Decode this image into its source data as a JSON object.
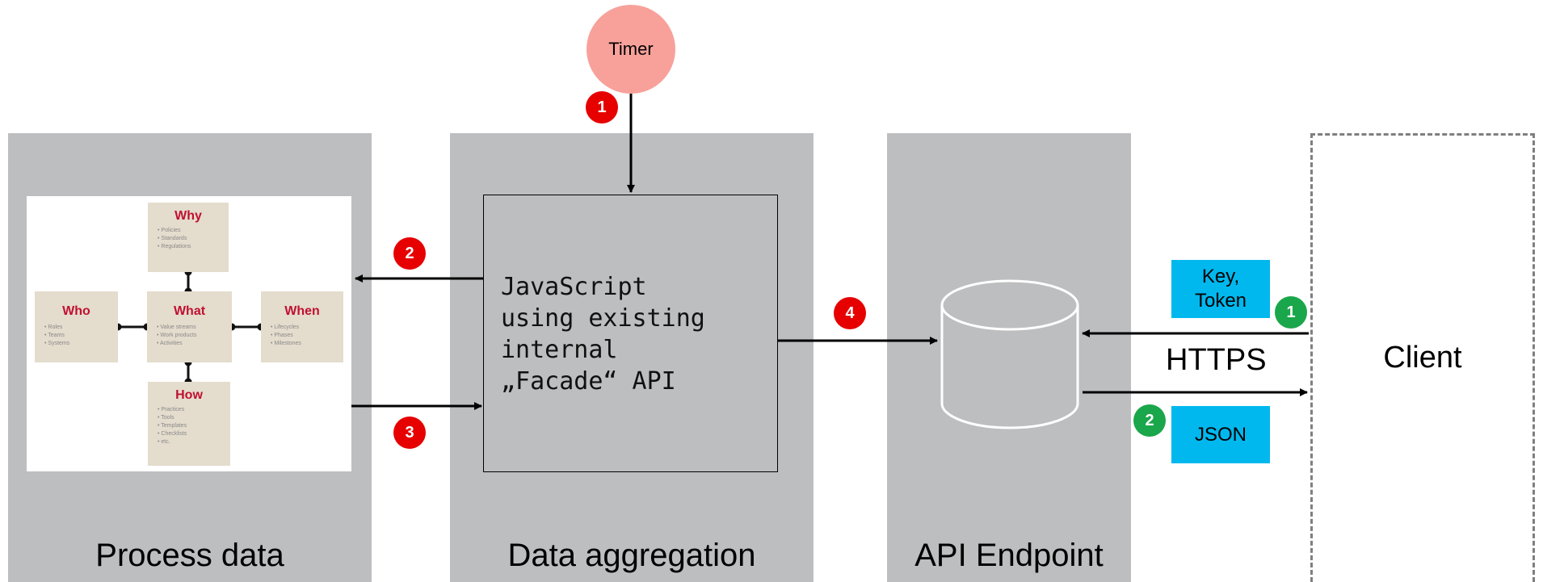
{
  "timer": {
    "label": "Timer"
  },
  "panels": {
    "process_data": {
      "title": "Process data"
    },
    "data_aggregation": {
      "title": "Data aggregation"
    },
    "api_endpoint": {
      "title": "API Endpoint"
    }
  },
  "client": {
    "label": "Client"
  },
  "js_box": {
    "lines": [
      "JavaScript",
      "using existing",
      "internal",
      "„Facade“ API"
    ]
  },
  "steps_red": [
    "1",
    "2",
    "3",
    "4"
  ],
  "steps_green": [
    "1",
    "2"
  ],
  "connection": {
    "protocol": "HTTPS",
    "request_payload": {
      "line1": "Key,",
      "line2": "Token"
    },
    "response_payload": "JSON"
  },
  "process_image": {
    "cards": {
      "why": {
        "title": "Why",
        "items": [
          "Policies",
          "Standards",
          "Regulations"
        ]
      },
      "who": {
        "title": "Who",
        "items": [
          "Roles",
          "Teams",
          "Systems"
        ]
      },
      "what": {
        "title": "What",
        "items": [
          "Value streams",
          "Work products",
          "Activities"
        ]
      },
      "when": {
        "title": "When",
        "items": [
          "Lifecycles",
          "Phases",
          "Milestones"
        ]
      },
      "how": {
        "title": "How",
        "items": [
          "Practices",
          "Tools",
          "Templates",
          "Checklists",
          "etc."
        ]
      }
    }
  },
  "colors": {
    "panel": "#bdbec0",
    "timer": "#f8a19b",
    "step_red": "#e60000",
    "step_green": "#1aa64a",
    "payload": "#00b8ee",
    "card": "#e4dccd",
    "card_title": "#c01030"
  }
}
